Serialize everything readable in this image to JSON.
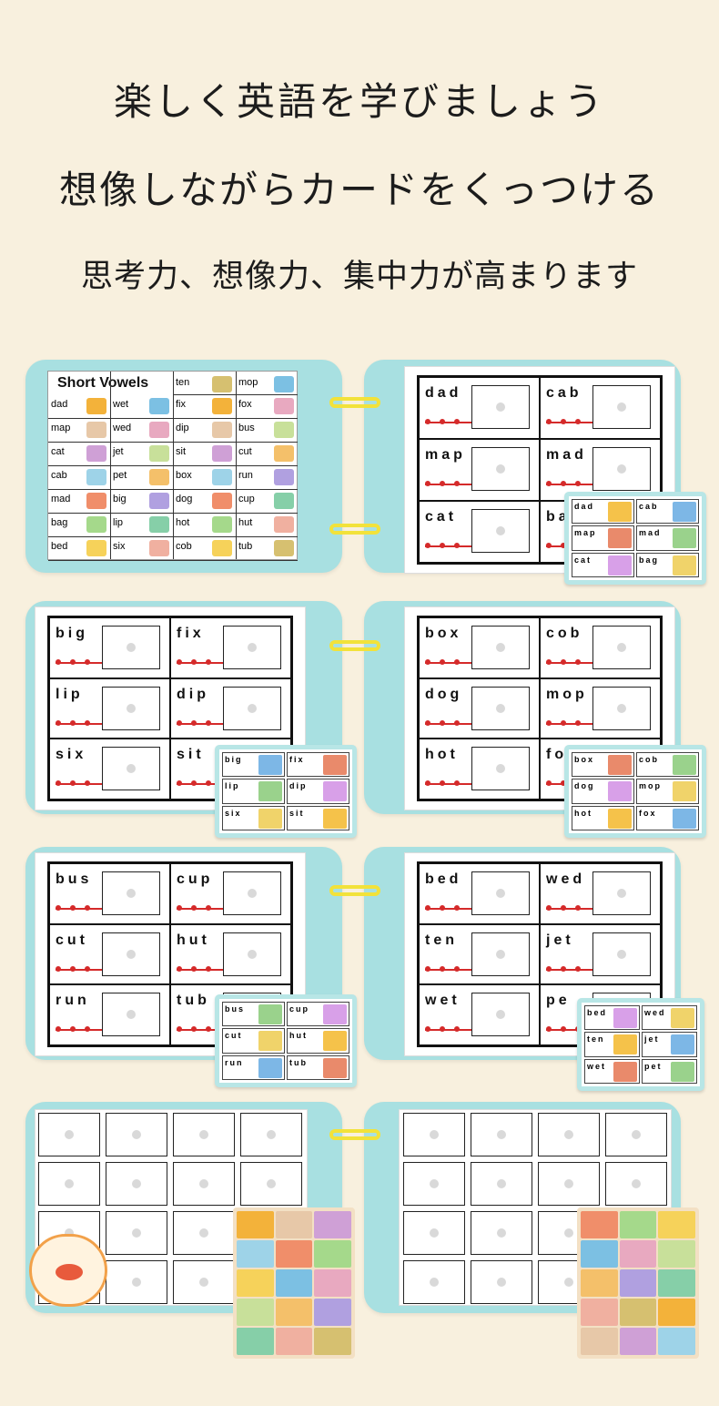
{
  "headlines": {
    "line1": "楽しく英語を学びましょう",
    "line2": "想像しながらカードをくっつける",
    "line3": "思考力、想像力、集中力が高まります"
  },
  "chart": {
    "title": "Short Vowels",
    "col1": [
      "dad",
      "map",
      "cat",
      "cab",
      "mad",
      "bag",
      "bed"
    ],
    "col2": [
      "wet",
      "wed",
      "jet",
      "pet",
      "big",
      "lip",
      "six"
    ],
    "col3": [
      "ten",
      "fix",
      "dip",
      "sit",
      "box",
      "dog",
      "hot",
      "cob"
    ],
    "col4": [
      "mop",
      "fox",
      "bus",
      "cut",
      "run",
      "cup",
      "hut",
      "tub"
    ]
  },
  "boards": [
    {
      "words": [
        "dad",
        "cab",
        "map",
        "mad",
        "cat",
        "ba"
      ],
      "card": [
        "dad",
        "cab",
        "map",
        "mad",
        "cat",
        "bag"
      ]
    },
    {
      "words": [
        "big",
        "fix",
        "lip",
        "dip",
        "six",
        "sit"
      ],
      "card": [
        "big",
        "fix",
        "lip",
        "dip",
        "six",
        "sit"
      ]
    },
    {
      "words": [
        "box",
        "cob",
        "dog",
        "mop",
        "hot",
        "fo"
      ],
      "card": [
        "box",
        "cob",
        "dog",
        "mop",
        "hot",
        "fox"
      ]
    },
    {
      "words": [
        "bus",
        "cup",
        "cut",
        "hut",
        "run",
        "tub"
      ],
      "card": [
        "bus",
        "cup",
        "cut",
        "hut",
        "run",
        "tub"
      ]
    },
    {
      "words": [
        "bed",
        "wed",
        "ten",
        "jet",
        "wet",
        "pe"
      ],
      "card": [
        "bed",
        "wed",
        "ten",
        "jet",
        "wet",
        "pet"
      ]
    }
  ],
  "colors": {
    "board": "#a8e0e1",
    "ring": "#f2e23a",
    "dot": "#d52a2a",
    "background": "#f8f0de"
  }
}
